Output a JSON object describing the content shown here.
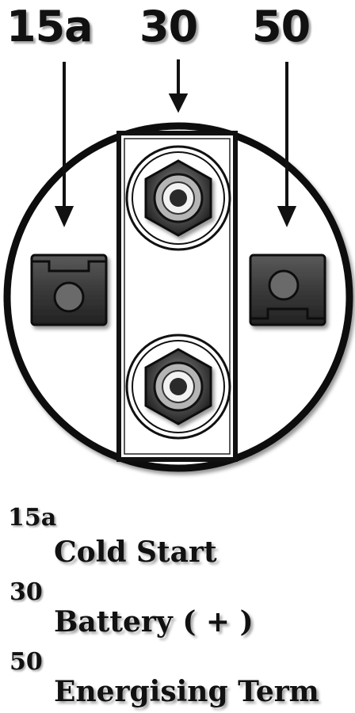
{
  "terminals": [
    {
      "label": "15a",
      "description": "Cold Start"
    },
    {
      "label": "30",
      "description": "Battery ( + )"
    },
    {
      "label": "50",
      "description": "Energising Term"
    }
  ],
  "colors": {
    "ink": "#111111",
    "background": "#ffffff",
    "terminal_fill": "#3a3a3a"
  },
  "icons": [
    "arrow-down-icon",
    "hex-nut-icon",
    "square-terminal-icon"
  ]
}
